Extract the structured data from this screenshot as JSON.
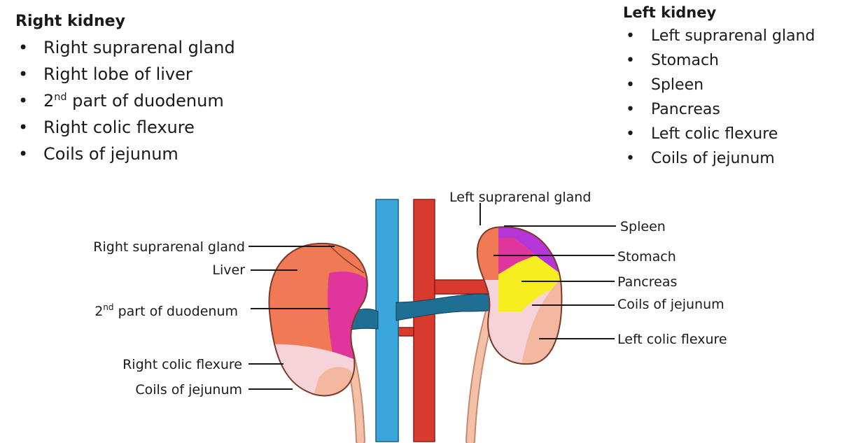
{
  "right_kidney": {
    "title": "Right kidney",
    "items": [
      {
        "text": "Right suprarenal gland"
      },
      {
        "text": "Right lobe of liver"
      },
      {
        "pre": "2",
        "sup": "nd",
        "post": " part of duodenum"
      },
      {
        "text": "Right colic flexure"
      },
      {
        "text": "Coils of jejunum"
      }
    ]
  },
  "left_kidney": {
    "title": "Left kidney",
    "items": [
      {
        "text": "Left suprarenal gland"
      },
      {
        "text": "Stomach"
      },
      {
        "text": "Spleen"
      },
      {
        "text": "Pancreas"
      },
      {
        "text": "Left colic flexure"
      },
      {
        "text": "Coils of jejunum"
      }
    ]
  },
  "diagram": {
    "left_labels": {
      "suprarenal": "Right suprarenal gland",
      "liver": "Liver",
      "duodenum_pre": "2",
      "duodenum_sup": "nd",
      "duodenum_post": " part of duodenum",
      "colic": "Right colic flexure",
      "jejunum": "Coils of jejunum"
    },
    "right_labels": {
      "suprarenal": "Left suprarenal gland",
      "spleen": "Spleen",
      "stomach": "Stomach",
      "pancreas": "Pancreas",
      "jejunum": "Coils of jejunum",
      "colic": "Left colic flexure"
    },
    "colors": {
      "ivc": "#3aa6dc",
      "aorta": "#d93a2e",
      "renal_vein": "#1f6f95",
      "liver": "#f07a55",
      "duodenum": "#e0359a",
      "jejunum_area": "#f6d3d8",
      "colic": "#f4b8a0",
      "spleen": "#b535d6",
      "stomach": "#e0359a",
      "pancreas": "#f6ee1e",
      "ureter": "#f4c1a8"
    }
  }
}
